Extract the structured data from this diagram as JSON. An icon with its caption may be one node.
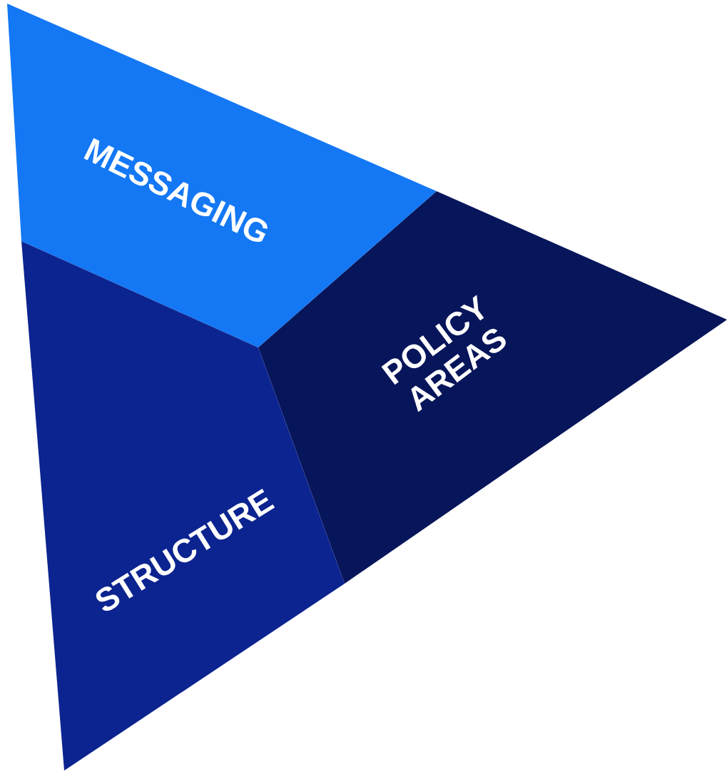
{
  "diagram": {
    "nodes": [
      {
        "text": [
          "MESSAGING"
        ]
      },
      {
        "text": [
          "POLICY AREAS"
        ]
      },
      {
        "text": [
          "STRUCTURE"
        ]
      }
    ]
  }
}
